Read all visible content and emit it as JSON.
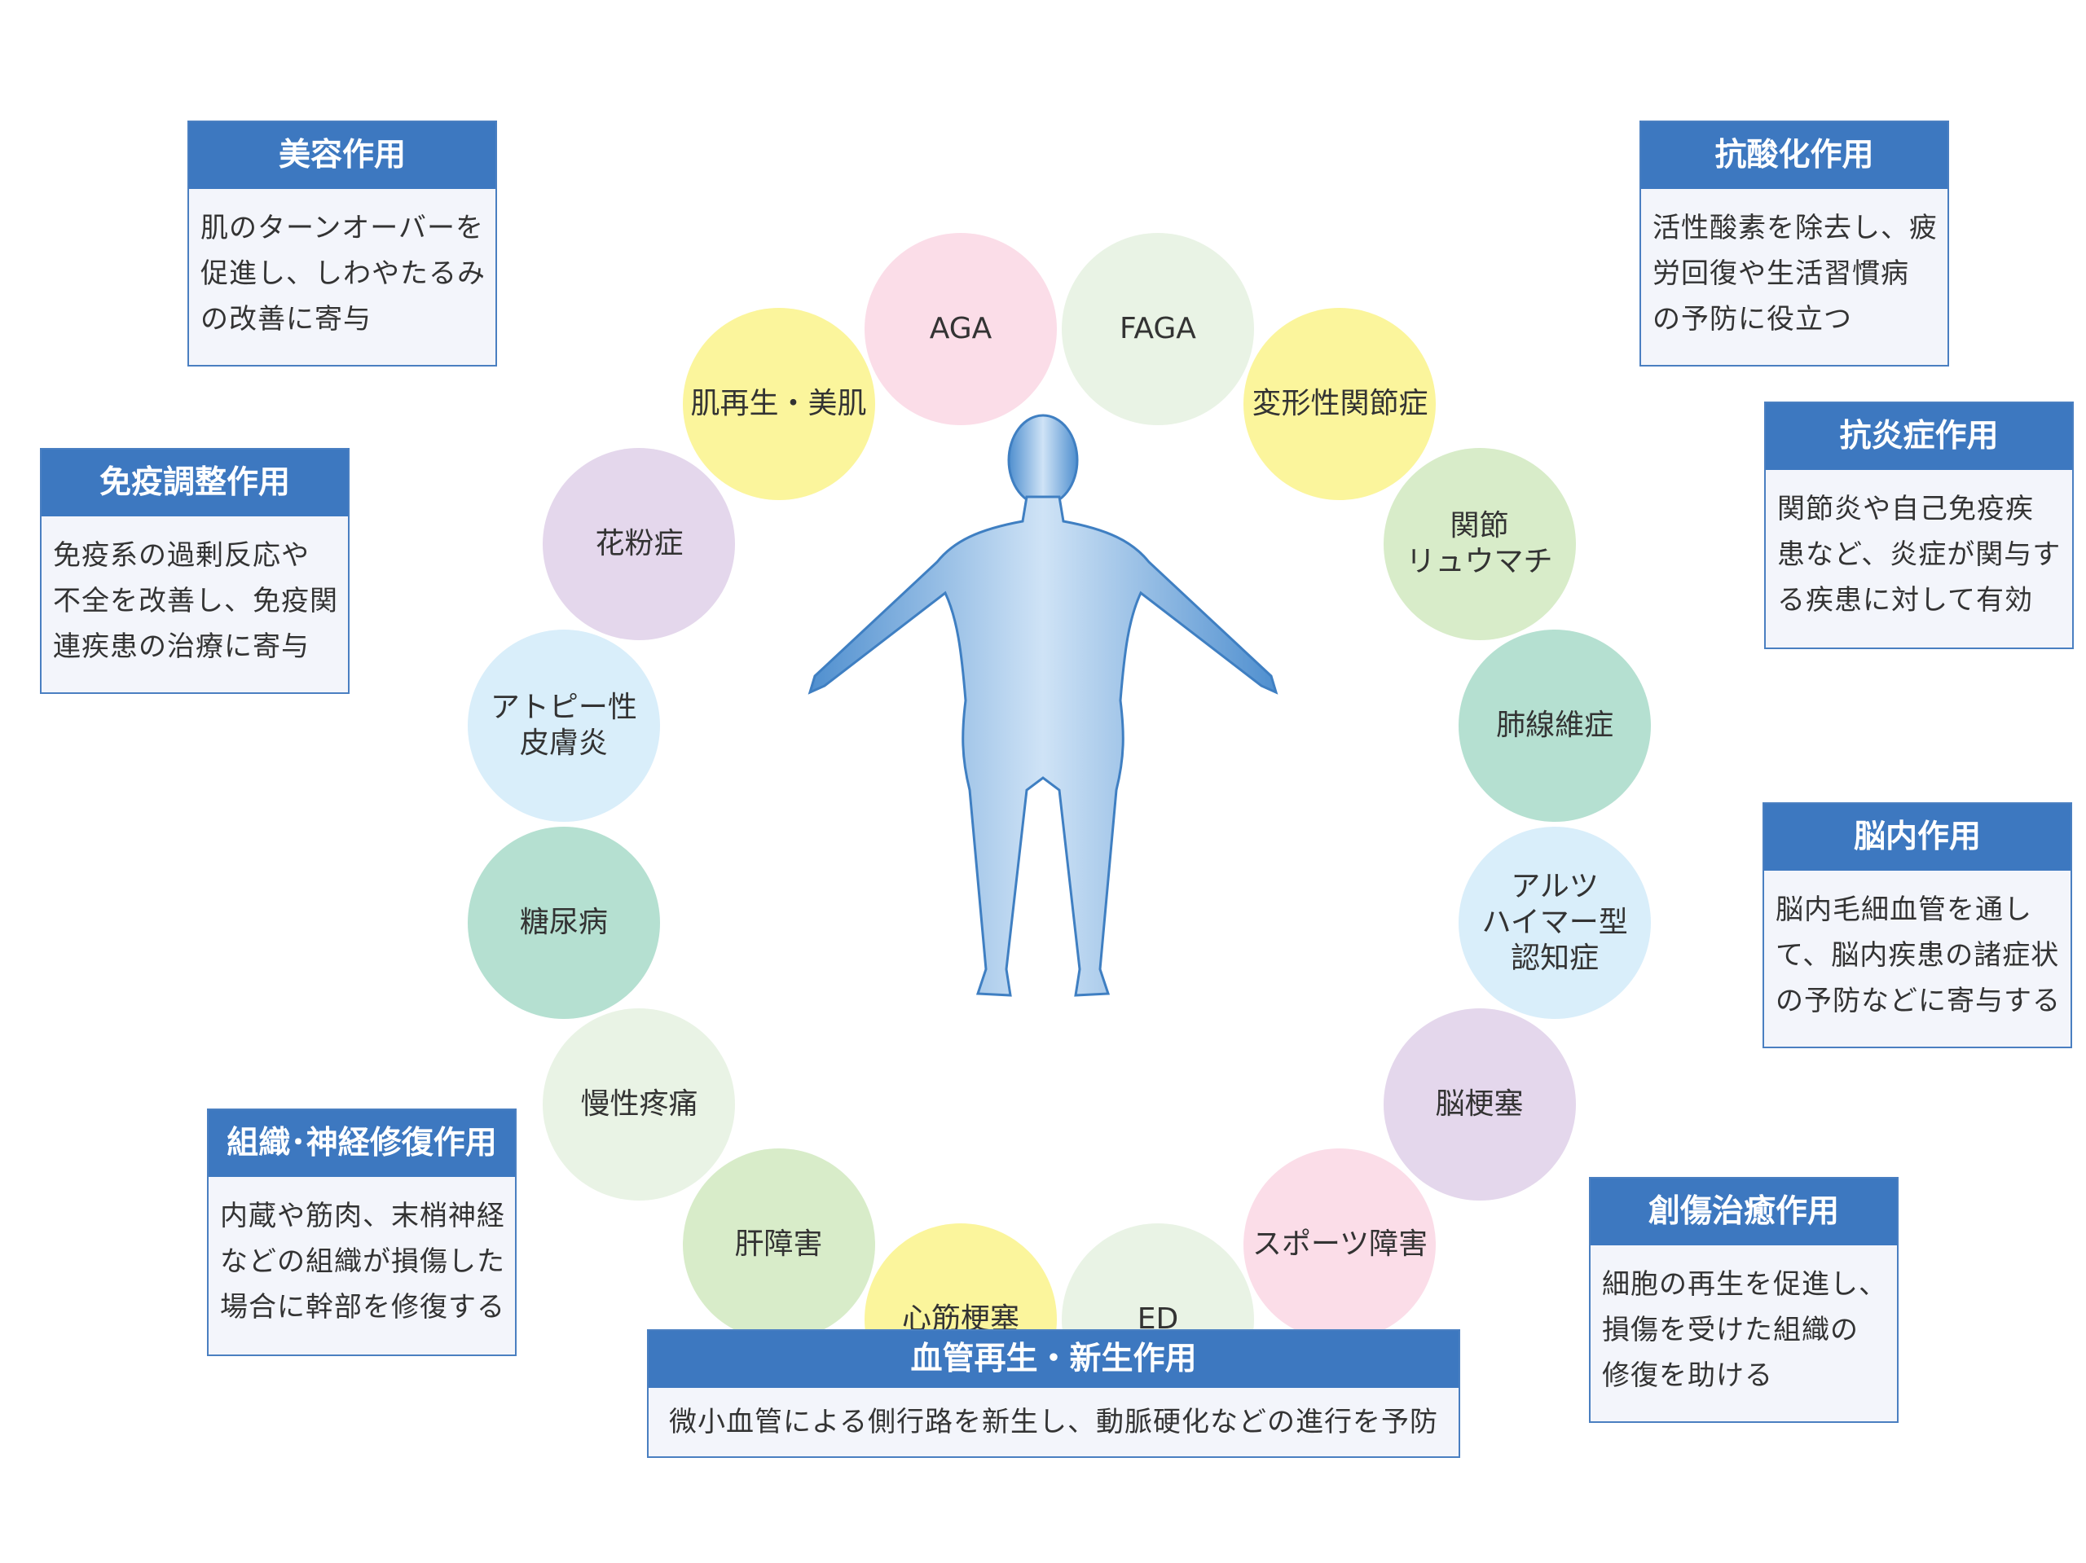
{
  "boxes": [
    {
      "title": "美容作用",
      "lines": [
        "肌のターンオーバーを",
        "促進し、しわやたるみ",
        "の改善に寄与"
      ]
    },
    {
      "title": "免疫調整作用",
      "lines": [
        "免疫系の過剰反応や",
        "不全を改善し、免疫関",
        "連疾患の治療に寄与"
      ]
    },
    {
      "title": "組織･神経修復作用",
      "lines": [
        "内蔵や筋肉、末梢神経",
        "などの組織が損傷した",
        "場合に幹部を修復する"
      ]
    },
    {
      "title": "血管再生・新生作用",
      "lines": [
        "微小血管による側行路を新生し、動脈硬化などの進行を予防"
      ]
    },
    {
      "title": "抗酸化作用",
      "lines": [
        "活性酸素を除去し、疲",
        "労回復や生活習慣病",
        "の予防に役立つ"
      ]
    },
    {
      "title": "抗炎症作用",
      "lines": [
        "関節炎や自己免疫疾",
        "患など、炎症が関与す",
        "る疾患に対して有効"
      ]
    },
    {
      "title": "脳内作用",
      "lines": [
        "脳内毛細血管を通し",
        "て、脳内疾患の諸症状",
        "の予防などに寄与する"
      ]
    },
    {
      "title": "創傷治癒作用",
      "lines": [
        "細胞の再生を促進し、",
        "損傷を受けた組織の",
        "修復を助ける"
      ]
    }
  ],
  "circles": [
    {
      "lines": [
        "AGA"
      ],
      "color": "#fbdde8"
    },
    {
      "lines": [
        "FAGA"
      ],
      "color": "#e9f3e5"
    },
    {
      "lines": [
        "変形性関節症"
      ],
      "color": "#fbf59c"
    },
    {
      "lines": [
        "関節",
        "リュウマチ"
      ],
      "color": "#d8ecc9"
    },
    {
      "lines": [
        "肺線維症"
      ],
      "color": "#b5e0d1"
    },
    {
      "lines": [
        "アルツ",
        "ハイマー型",
        "認知症"
      ],
      "color": "#d9eefa"
    },
    {
      "lines": [
        "脳梗塞"
      ],
      "color": "#e4d7ec"
    },
    {
      "lines": [
        "スポーツ障害"
      ],
      "color": "#fbdde8"
    },
    {
      "lines": [
        "ED"
      ],
      "color": "#e9f3e5"
    },
    {
      "lines": [
        "心筋梗塞"
      ],
      "color": "#fbf59c"
    },
    {
      "lines": [
        "肝障害"
      ],
      "color": "#d8ecc9"
    },
    {
      "lines": [
        "慢性疼痛"
      ],
      "color": "#e9f3e5"
    },
    {
      "lines": [
        "糖尿病"
      ],
      "color": "#b5e0d1"
    },
    {
      "lines": [
        "アトピー性",
        "皮膚炎"
      ],
      "color": "#d9eefa"
    },
    {
      "lines": [
        "花粉症"
      ],
      "color": "#e4d7ec"
    },
    {
      "lines": [
        "肌再生・美肌"
      ],
      "color": "#fbf59c"
    }
  ]
}
